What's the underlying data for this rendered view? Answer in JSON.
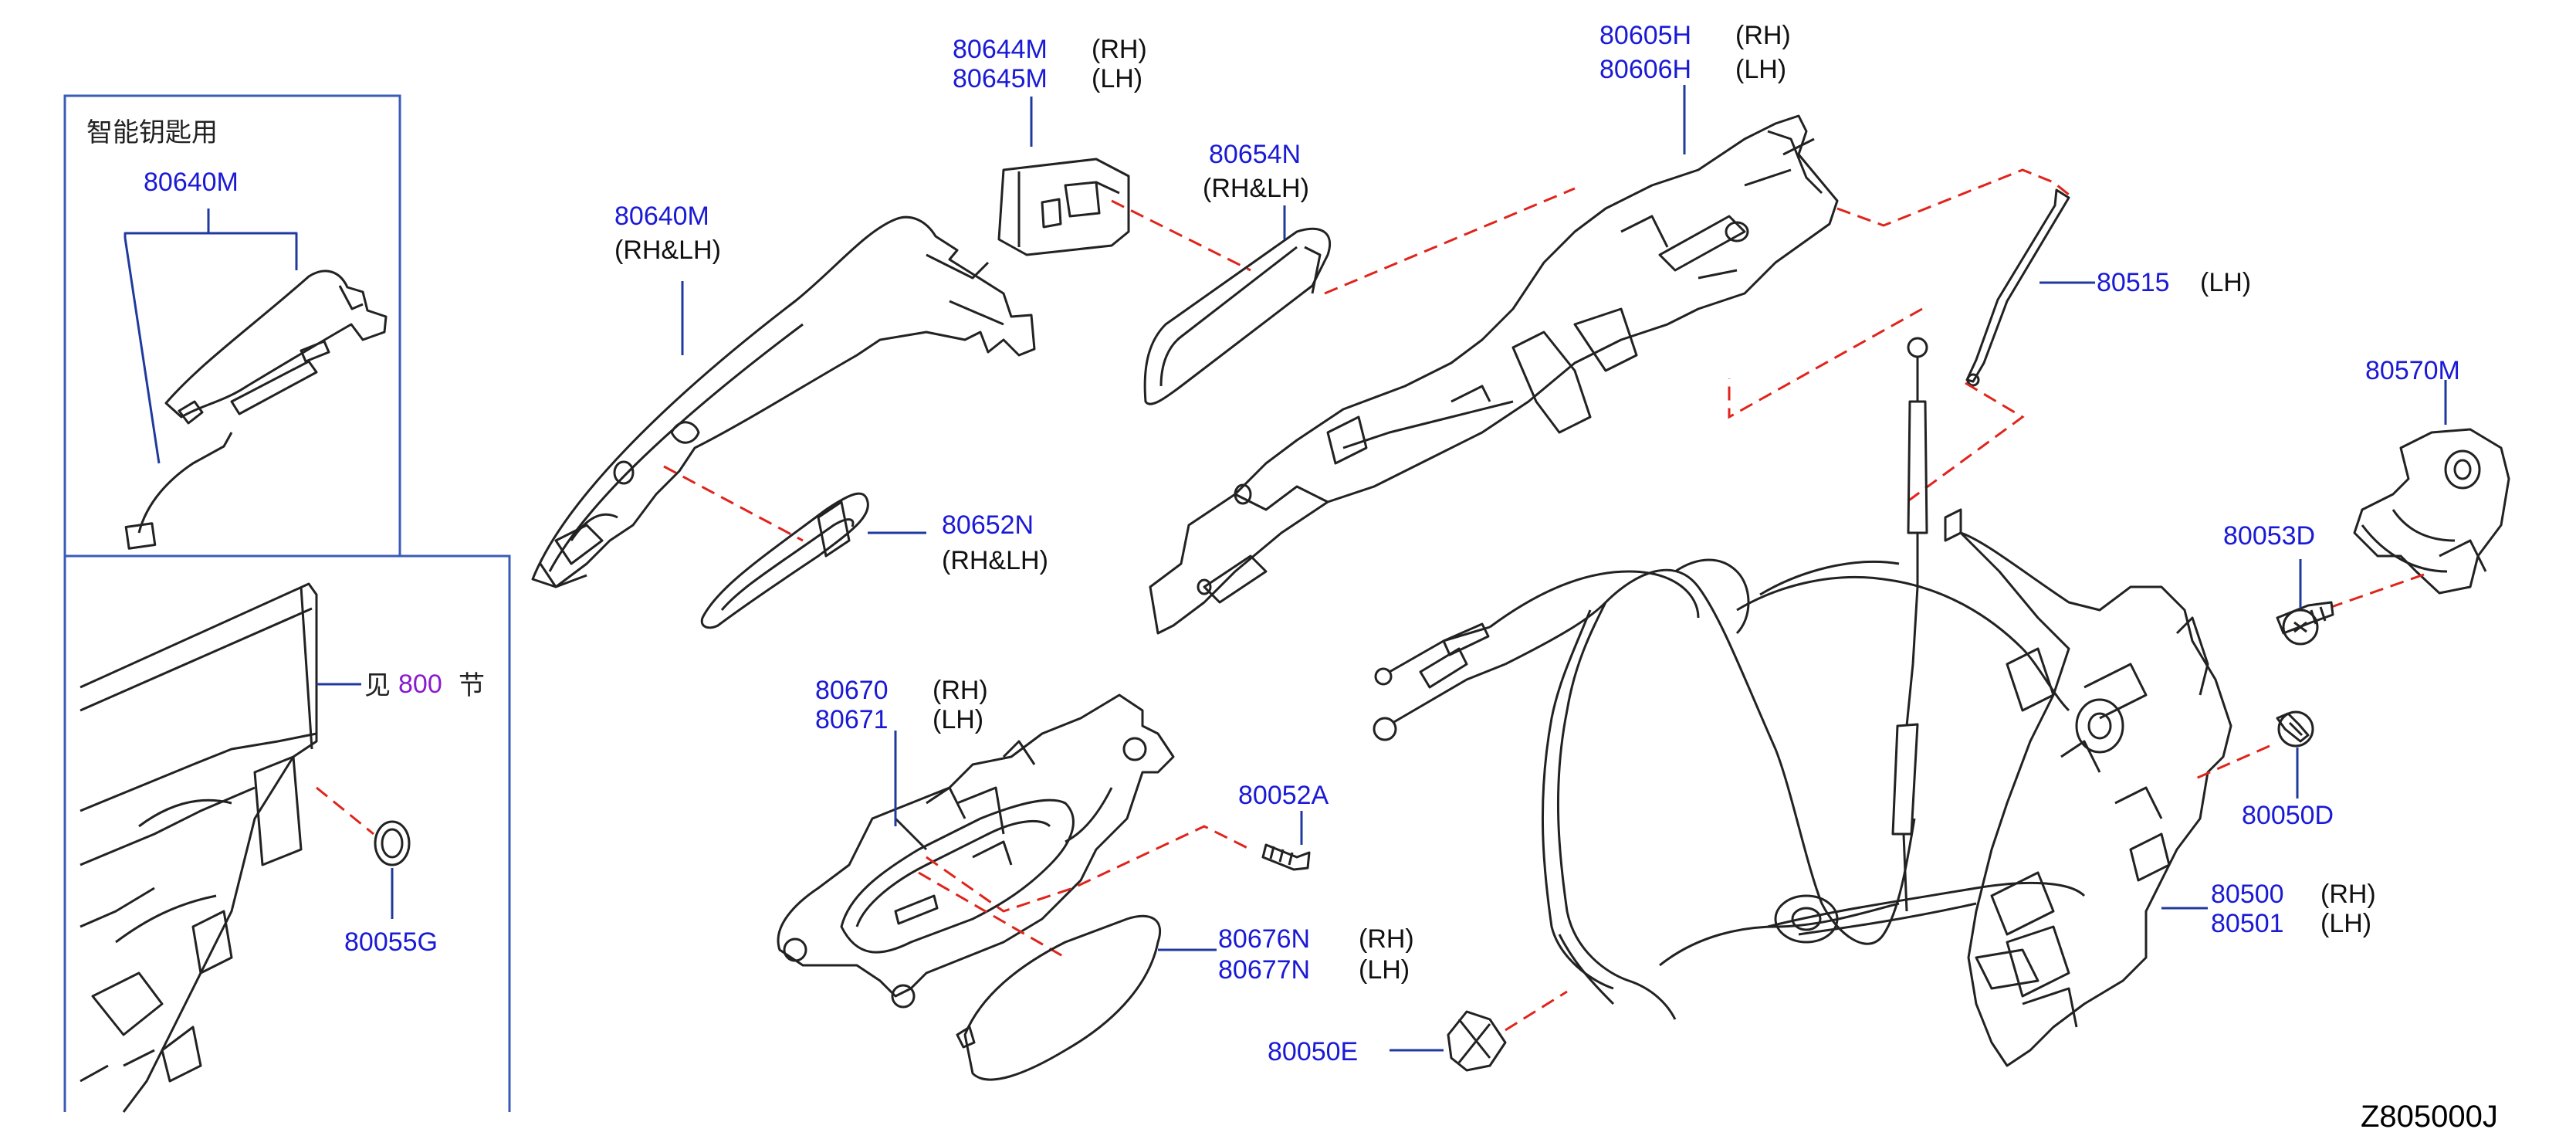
{
  "inset": {
    "title": "智能钥匙用",
    "part": "80640M",
    "see_prefix": "见",
    "see_ref": "800",
    "see_suffix": "节",
    "grommet": "80055G"
  },
  "parts": {
    "p80644M": "80644M",
    "p80645M": "80645M",
    "p80654N": "80654N",
    "p80640M": "80640M",
    "p80652N": "80652N",
    "p80605H": "80605H",
    "p80606H": "80606H",
    "p80515": "80515",
    "p80570M": "80570M",
    "p80053D": "80053D",
    "p80050D": "80050D",
    "p80670": "80670",
    "p80671": "80671",
    "p80052A": "80052A",
    "p80676N": "80676N",
    "p80677N": "80677N",
    "p80050E": "80050E",
    "p80500": "80500",
    "p80501": "80501"
  },
  "sides": {
    "rh": "(RH)",
    "lh": "(LH)",
    "rhlh": "(RH&LH)"
  },
  "diagram_code": "Z805000J",
  "colors": {
    "part_number": "#1a1ad6",
    "leader": "#1f3a9e",
    "dashed_leader": "#e0241b",
    "drawing": "#222222",
    "ref_link": "#8a1ad0"
  }
}
